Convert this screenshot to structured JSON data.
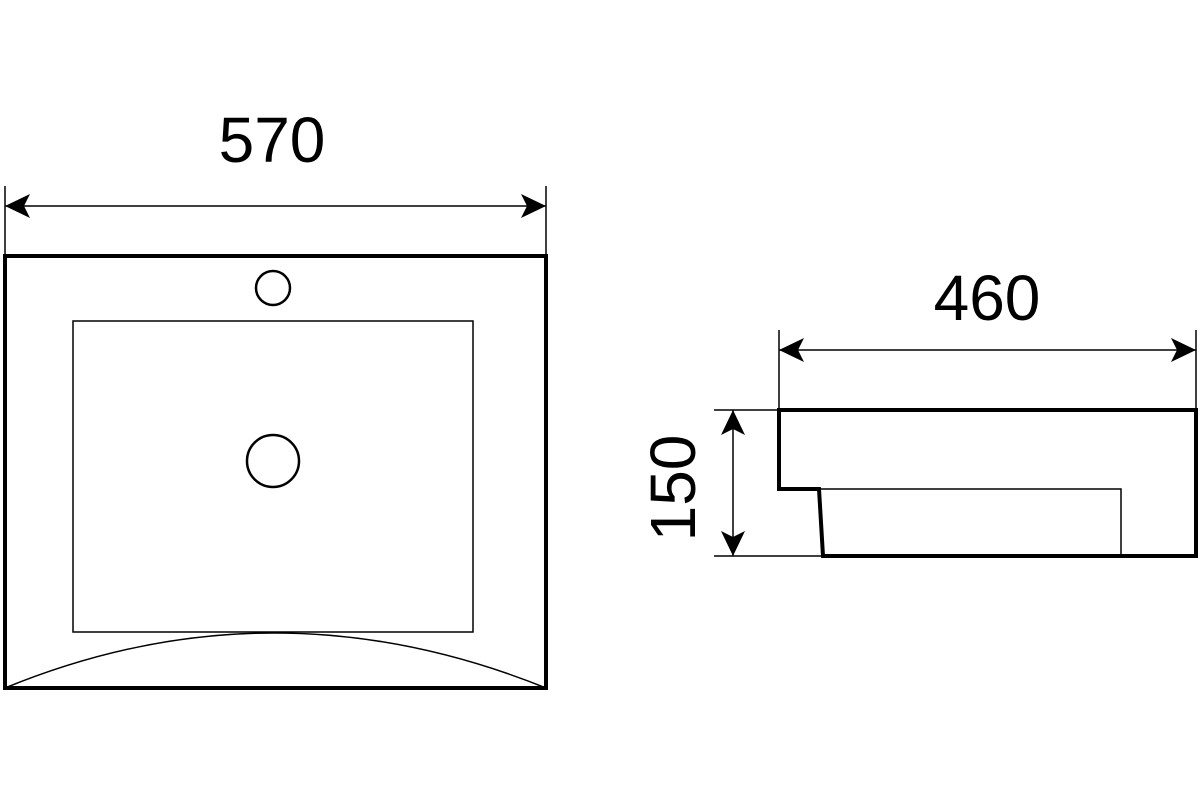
{
  "dimensions": {
    "width_label": "570",
    "depth_label": "460",
    "height_label": "150"
  },
  "colors": {
    "line": "#000000",
    "background": "#ffffff"
  }
}
